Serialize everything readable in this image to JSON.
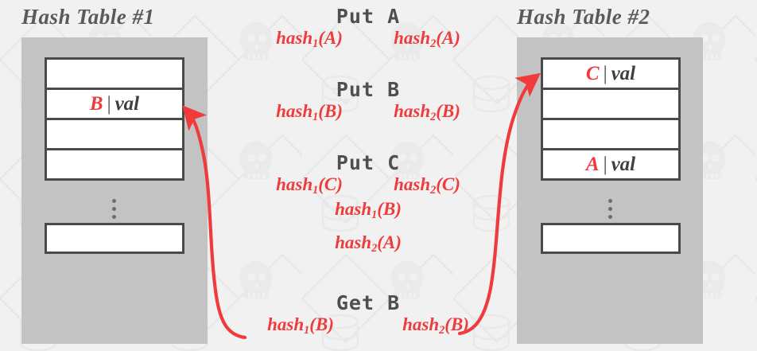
{
  "meta": {
    "background_color": "#f1f1f1",
    "panel_color": "#c3c3c3",
    "cell_border_color": "#4a4a48",
    "accent_red": "#ef3b3b",
    "text_gray": "#4f4f4f"
  },
  "left_table": {
    "title": "Hash Table #1",
    "cells": [
      {
        "key": "",
        "sep": "",
        "value": ""
      },
      {
        "key": "B",
        "sep": "|",
        "value": "val"
      },
      {
        "key": "",
        "sep": "",
        "value": ""
      },
      {
        "key": "",
        "sep": "",
        "value": ""
      }
    ],
    "ellipsis": "⋮",
    "tail_cell": {
      "key": "",
      "sep": "",
      "value": ""
    }
  },
  "right_table": {
    "title": "Hash Table #2",
    "cells": [
      {
        "key": "C",
        "sep": "|",
        "value": "val"
      },
      {
        "key": "",
        "sep": "",
        "value": ""
      },
      {
        "key": "",
        "sep": "",
        "value": ""
      },
      {
        "key": "A",
        "sep": "|",
        "value": "val"
      }
    ],
    "ellipsis": "⋮",
    "tail_cell": {
      "key": "",
      "sep": "",
      "value": ""
    }
  },
  "operations": [
    {
      "id": "put-a",
      "label": "Put A",
      "hashes": [
        {
          "name": "hash",
          "index": "1",
          "arg": "(A)"
        },
        {
          "name": "hash",
          "index": "2",
          "arg": "(A)"
        }
      ]
    },
    {
      "id": "put-b",
      "label": "Put B",
      "hashes": [
        {
          "name": "hash",
          "index": "1",
          "arg": "(B)"
        },
        {
          "name": "hash",
          "index": "2",
          "arg": "(B)"
        }
      ]
    },
    {
      "id": "put-c",
      "label": "Put C",
      "hashes": [
        {
          "name": "hash",
          "index": "1",
          "arg": "(C)"
        },
        {
          "name": "hash",
          "index": "2",
          "arg": "(C)"
        }
      ]
    },
    {
      "id": "evict-1",
      "label": "",
      "hashes": [
        {
          "name": "hash",
          "index": "1",
          "arg": "(B)"
        }
      ]
    },
    {
      "id": "evict-2",
      "label": "",
      "hashes": [
        {
          "name": "hash",
          "index": "2",
          "arg": "(A)"
        }
      ]
    },
    {
      "id": "get-b",
      "label": "Get B",
      "hashes": [
        {
          "name": "hash",
          "index": "1",
          "arg": "(B)"
        },
        {
          "name": "hash",
          "index": "2",
          "arg": "(B)"
        }
      ]
    }
  ],
  "arrows": [
    {
      "id": "arrow-to-left-table",
      "color": "#ef3b3b",
      "from": "hash1(B) of Get B",
      "to": "left table cell B|val"
    },
    {
      "id": "arrow-to-right-table",
      "color": "#ef3b3b",
      "from": "hash2(B) of Get B",
      "to": "right table cell C|val"
    }
  ]
}
